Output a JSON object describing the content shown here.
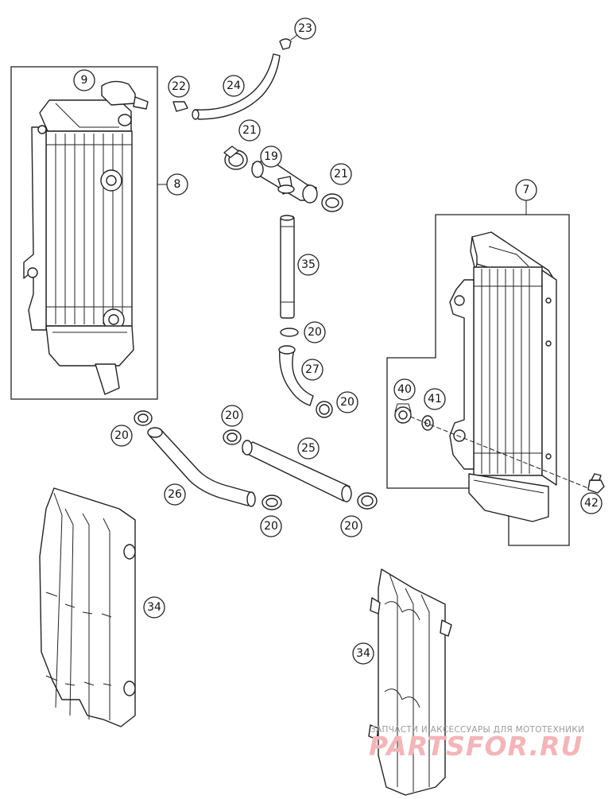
{
  "callouts": {
    "c9": "9",
    "c8": "8",
    "c22": "22",
    "c24": "24",
    "c23": "23",
    "c21a": "21",
    "c19": "19",
    "c21b": "21",
    "c35": "35",
    "c20a": "20",
    "c27": "27",
    "c20b": "20",
    "c7": "7",
    "c40": "40",
    "c41": "41",
    "c42": "42",
    "c20c": "20",
    "c20d": "20",
    "c25": "25",
    "c26": "26",
    "c20e": "20",
    "c20f": "20",
    "c34a": "34",
    "c34b": "34"
  },
  "watermark": {
    "tagline": "ЗАПЧАСТИ И АКСЕССУАРЫ ДЛЯ МОТОТЕХНИКИ",
    "brand": "PARTSFOR.RU"
  }
}
